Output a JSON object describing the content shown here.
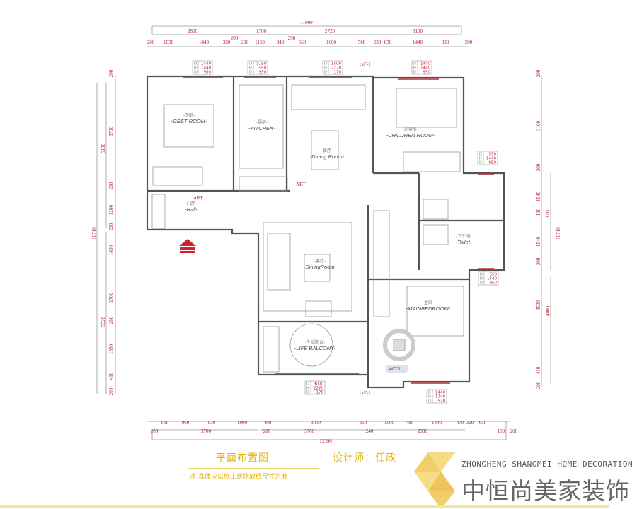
{
  "colors": {
    "wall": "#555555",
    "red": "#c0283a",
    "accent": "#e0b400",
    "logo": "#f0cf6a"
  },
  "dims": {
    "top_total": "11000",
    "top_row2": [
      "2800",
      "1700",
      "2720",
      "3100"
    ],
    "top_row3": [
      "200",
      "1030",
      "1440",
      "330",
      "200",
      "210",
      "1150",
      "340",
      "250",
      "560",
      "1600",
      "560",
      "230",
      "830",
      "1440",
      "830",
      "200"
    ],
    "bottom_row1": [
      "810",
      "960",
      "930",
      "1000",
      "400",
      "3000",
      "350",
      "1000",
      "480",
      "1440",
      "470",
      "320",
      "650"
    ],
    "bottom_row2": [
      "200",
      "3700",
      "200",
      "3760",
      "240",
      "2390",
      "130",
      "200"
    ],
    "bottom_total": "12390",
    "left_total": "10710",
    "left_mid": [
      "5190",
      "5320"
    ],
    "left_inner": [
      "200",
      "3700",
      "200",
      "1200",
      "200",
      "1400",
      "1700",
      "280",
      "1550",
      "410",
      "200"
    ],
    "right_total": "10710",
    "right_mid": [
      "3210",
      "4000"
    ],
    "right_inner": [
      "200",
      "3100",
      "200",
      "1540",
      "130",
      "1540",
      "200",
      "3500",
      "410",
      "200"
    ]
  },
  "windows": [
    {
      "rows": [
        "D",
        "H",
        "D"
      ],
      "values": [
        "1440",
        "1440",
        "950"
      ]
    },
    {
      "rows": [
        "D",
        "H",
        "D"
      ],
      "values": [
        "1150",
        "550",
        "950"
      ]
    },
    {
      "rows": [
        "D",
        "H",
        "D"
      ],
      "values": [
        "1500",
        "2270",
        "170"
      ]
    },
    {
      "rows": [
        "D",
        "H",
        "D"
      ],
      "values": [
        "1440",
        "1440",
        "950"
      ]
    },
    {
      "rows": [
        "D",
        "H",
        "D"
      ],
      "values": [
        "550",
        "1440",
        "950"
      ]
    },
    {
      "rows": [
        "D",
        "H",
        "D"
      ],
      "values": [
        "650",
        "1440",
        "950"
      ]
    },
    {
      "rows": [
        "D",
        "H",
        "D"
      ],
      "values": [
        "3000",
        "2270",
        "170"
      ]
    },
    {
      "rows": [
        "D",
        "H",
        "D"
      ],
      "values": [
        "1440",
        "1740",
        "520"
      ]
    }
  ],
  "rooms": [
    {
      "cn": "-次卧-",
      "en": "-GEST ROOM-"
    },
    {
      "cn": "-厨房-",
      "en": "-KITCHEN-"
    },
    {
      "cn": "-餐厅-",
      "en": "-Dining Room-"
    },
    {
      "cn": "-儿童房-",
      "en": "-CHILDREN ROOM-"
    },
    {
      "cn": "-门厅-",
      "en": "-Hall-"
    },
    {
      "cn": "-卫生间-",
      "en": "-Toilet-"
    },
    {
      "cn": "-客厅-",
      "en": "-DiningRoom-"
    },
    {
      "cn": "-主卧-",
      "en": "-MAINBEDROOM-"
    },
    {
      "cn": "-生活阳台-",
      "en": "-LIFE BALCONY-"
    }
  ],
  "tags": {
    "art": "ART",
    "wcs": "WCS",
    "callout": "1xF-1"
  },
  "footer": {
    "plan_title": "平面布置图",
    "designer": "设计师：任政",
    "note": "注:具体应以施工现场放线尺寸为准",
    "brand_en": "ZHONGHENG SHANGMEI HOME DECORATION",
    "brand_cn": "中恒尚美家装饰"
  }
}
